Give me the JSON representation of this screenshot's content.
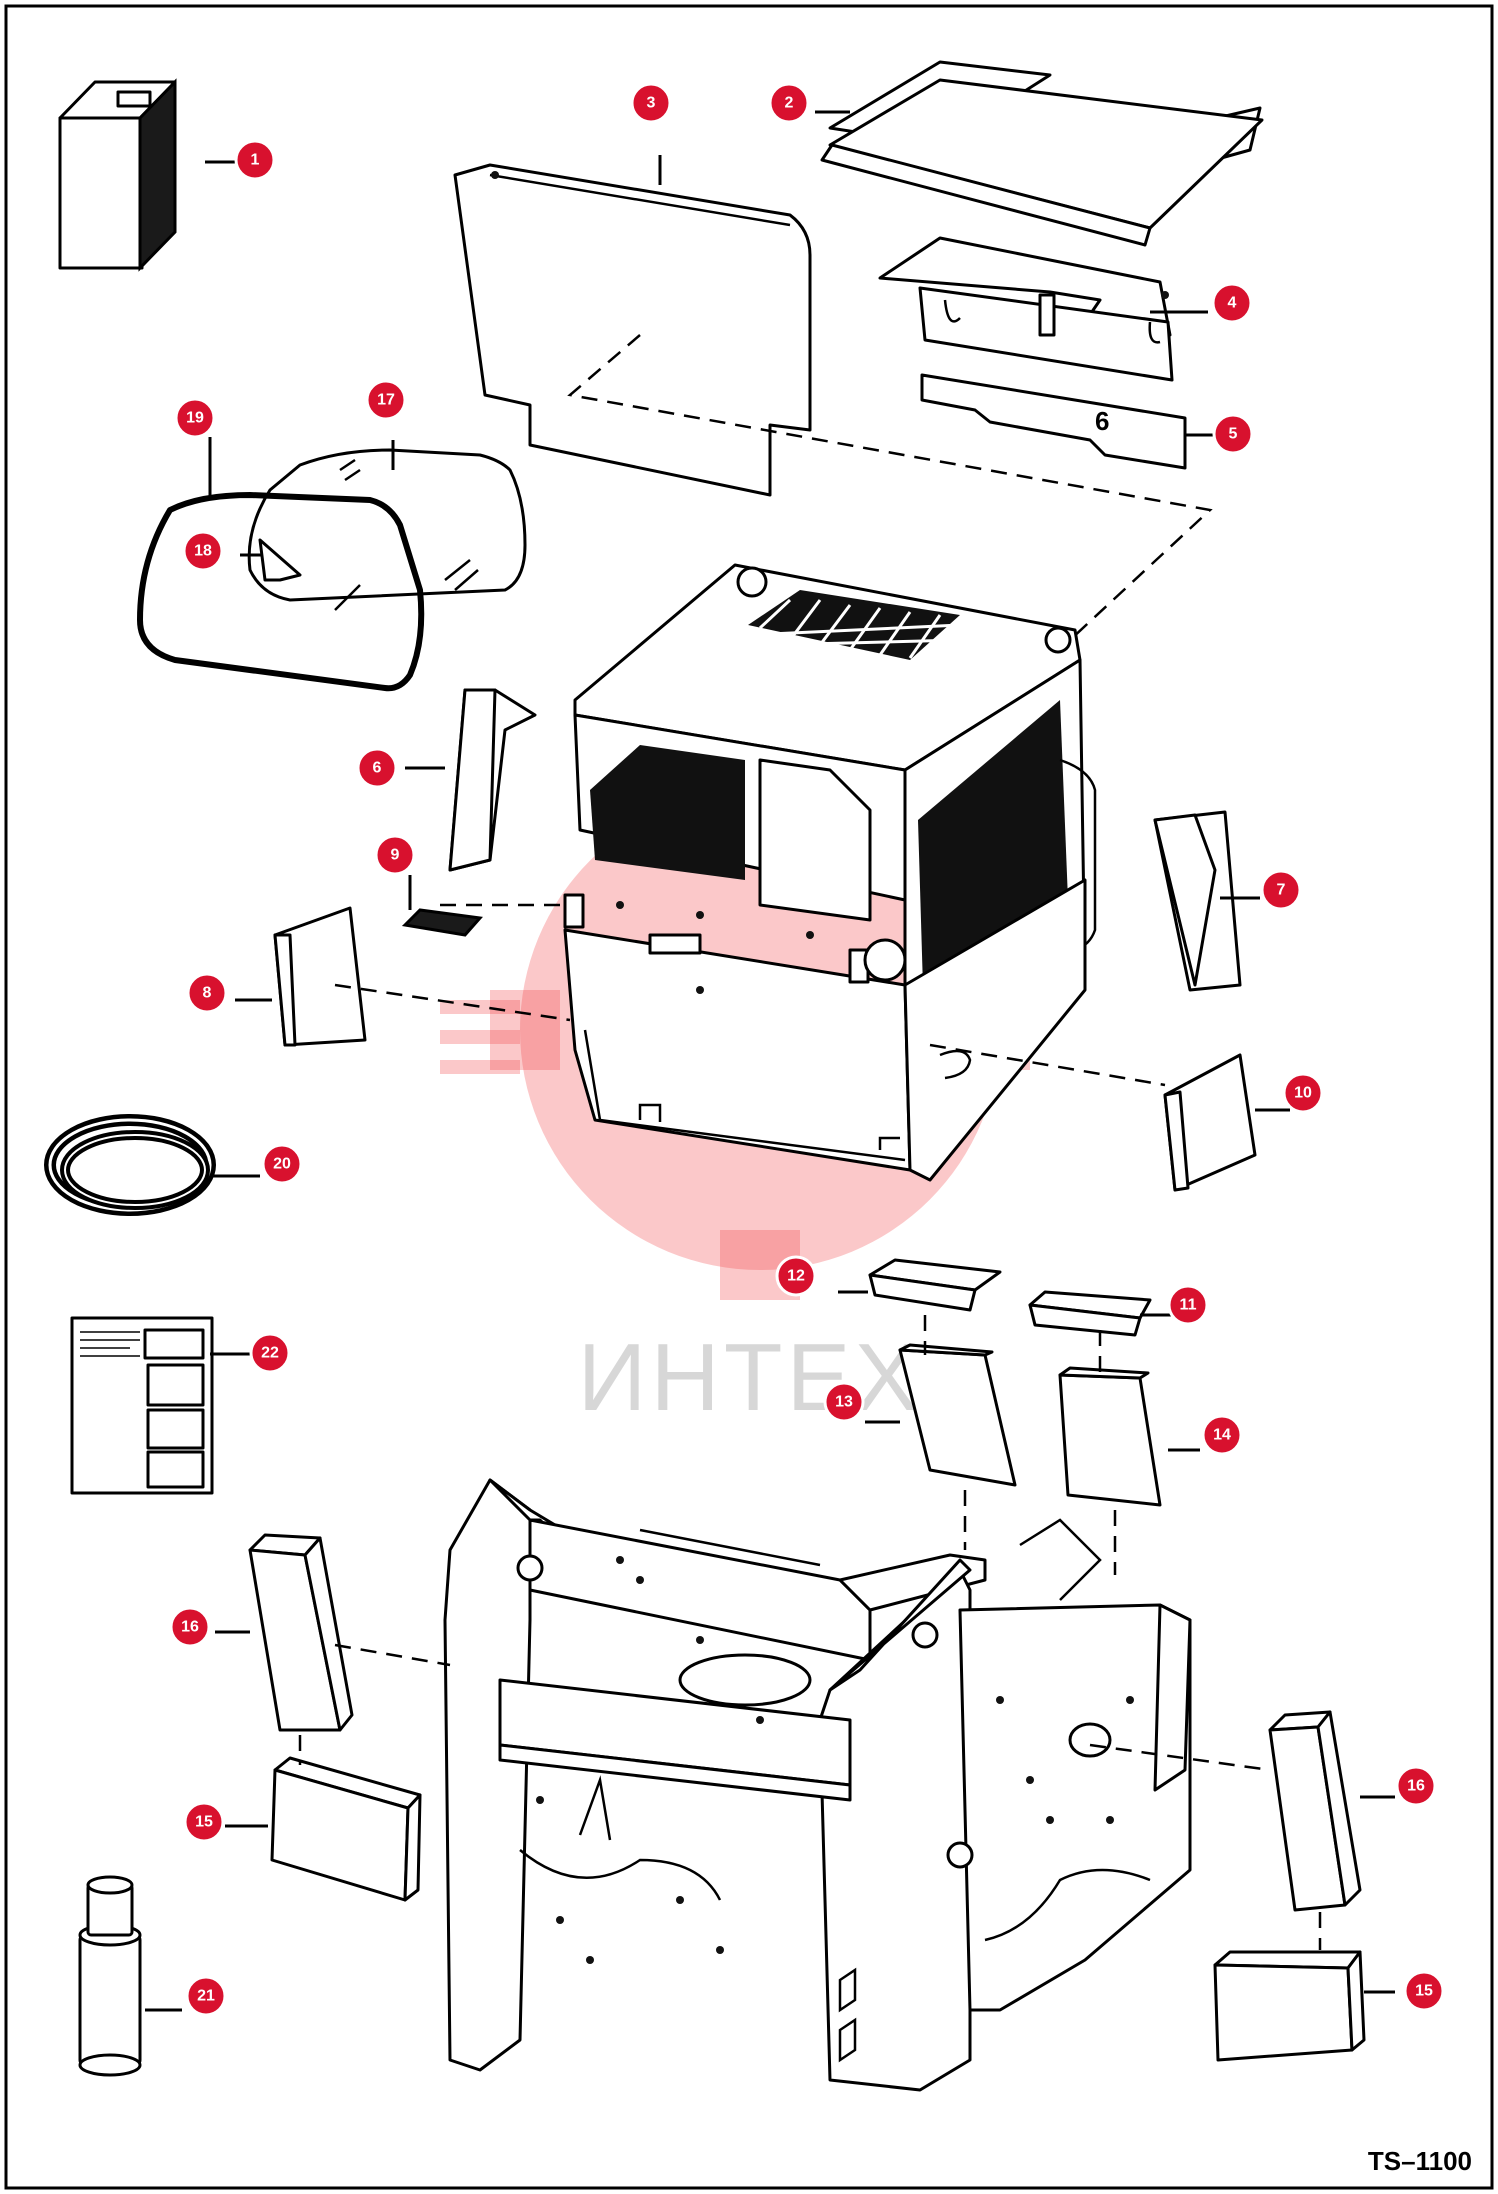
{
  "drawing": {
    "reference": "TS–1100",
    "watermark": "ИНТЕХ"
  },
  "callouts": [
    {
      "id": "c1",
      "label": "1"
    },
    {
      "id": "c2",
      "label": "2"
    },
    {
      "id": "c3",
      "label": "3"
    },
    {
      "id": "c4",
      "label": "4"
    },
    {
      "id": "c5",
      "label": "5"
    },
    {
      "id": "c6",
      "label": "6"
    },
    {
      "id": "c7",
      "label": "7"
    },
    {
      "id": "c8",
      "label": "8"
    },
    {
      "id": "c9",
      "label": "9"
    },
    {
      "id": "c10",
      "label": "10"
    },
    {
      "id": "c11",
      "label": "11"
    },
    {
      "id": "c12",
      "label": "12"
    },
    {
      "id": "c13",
      "label": "13"
    },
    {
      "id": "c14",
      "label": "14"
    },
    {
      "id": "c15a",
      "label": "15"
    },
    {
      "id": "c15b",
      "label": "15"
    },
    {
      "id": "c16a",
      "label": "16"
    },
    {
      "id": "c16b",
      "label": "16"
    },
    {
      "id": "c17",
      "label": "17"
    },
    {
      "id": "c18",
      "label": "18"
    },
    {
      "id": "c19",
      "label": "19"
    },
    {
      "id": "c20",
      "label": "20"
    },
    {
      "id": "c21",
      "label": "21"
    },
    {
      "id": "c22",
      "label": "22"
    }
  ]
}
